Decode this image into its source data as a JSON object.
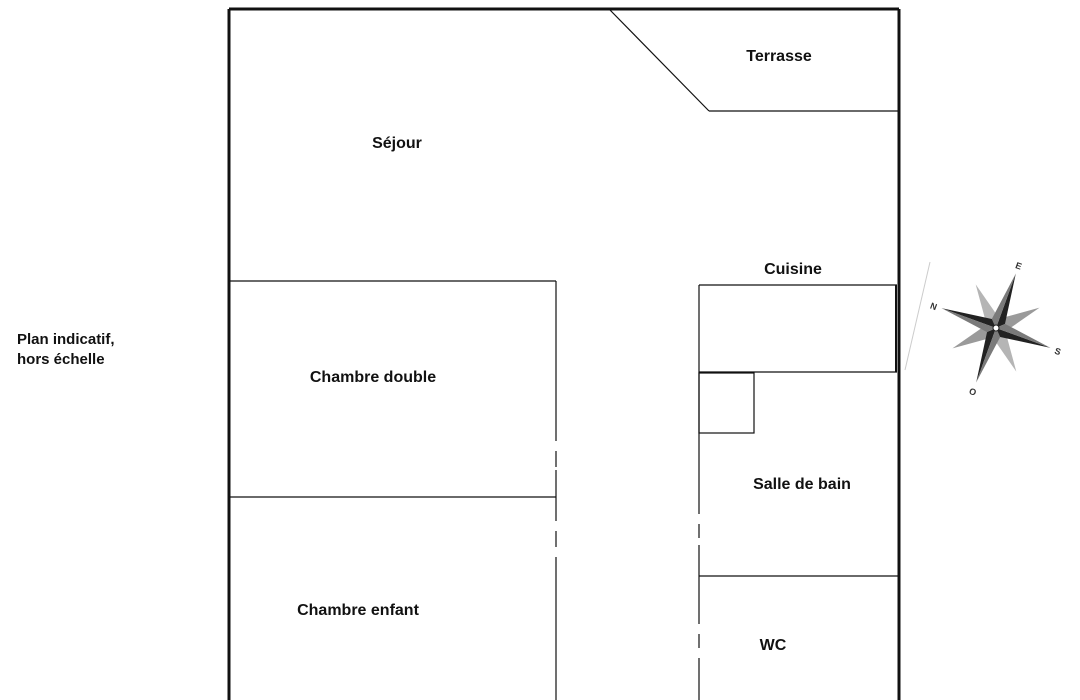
{
  "note": {
    "line1": "Plan indicatif,",
    "line2": "hors échelle"
  },
  "rooms": {
    "sejour": "Séjour",
    "terrasse": "Terrasse",
    "cuisine": "Cuisine",
    "chambre_double": "Chambre double",
    "chambre_enfant": "Chambre enfant",
    "salle_de_bain": "Salle de bain",
    "wc": "WC"
  },
  "compass": {
    "icon": "compass-rose-icon",
    "letters": {
      "north": "N",
      "south": "S",
      "east": "E",
      "west": "O"
    }
  },
  "colors": {
    "walls": "#111111",
    "compass_dark": "#222222",
    "compass_light": "#9a9a9a"
  }
}
